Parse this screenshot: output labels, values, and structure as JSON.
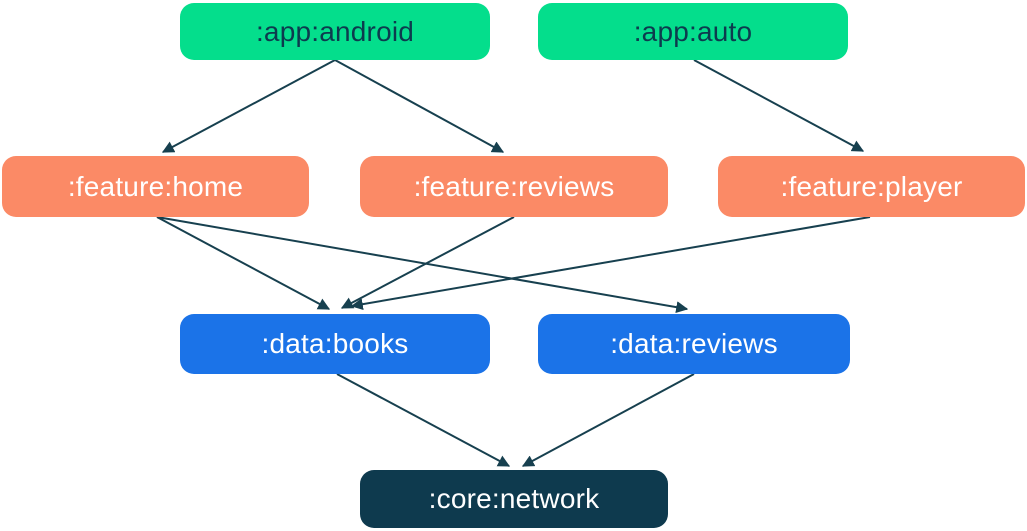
{
  "diagram": {
    "type": "module-dependency-graph",
    "background": "#FFFFFF",
    "palette": {
      "app_group": "#04DE8C",
      "feature_group": "#FB8A66",
      "data_group": "#1B73E8",
      "core_group": "#0E3A4E",
      "edge": "#17404F",
      "text_on_app": "#0D3B4E",
      "text_light": "#FFFFFF"
    },
    "nodes": [
      {
        "id": "app-android",
        "label": ":app:android",
        "group": "app"
      },
      {
        "id": "app-auto",
        "label": ":app:auto",
        "group": "app"
      },
      {
        "id": "feature-home",
        "label": ":feature:home",
        "group": "feature"
      },
      {
        "id": "feature-reviews",
        "label": ":feature:reviews",
        "group": "feature"
      },
      {
        "id": "feature-player",
        "label": ":feature:player",
        "group": "feature"
      },
      {
        "id": "data-books",
        "label": ":data:books",
        "group": "data"
      },
      {
        "id": "data-reviews",
        "label": ":data:reviews",
        "group": "data"
      },
      {
        "id": "core-network",
        "label": ":core:network",
        "group": "core"
      }
    ],
    "edges": [
      {
        "from": ":app:android",
        "to": ":feature:home"
      },
      {
        "from": ":app:android",
        "to": ":feature:reviews"
      },
      {
        "from": ":app:auto",
        "to": ":feature:player"
      },
      {
        "from": ":feature:home",
        "to": ":data:books"
      },
      {
        "from": ":feature:home",
        "to": ":data:reviews"
      },
      {
        "from": ":feature:reviews",
        "to": ":data:books"
      },
      {
        "from": ":feature:player",
        "to": ":data:books"
      },
      {
        "from": ":data:books",
        "to": ":core:network"
      },
      {
        "from": ":data:reviews",
        "to": ":core:network"
      }
    ]
  }
}
